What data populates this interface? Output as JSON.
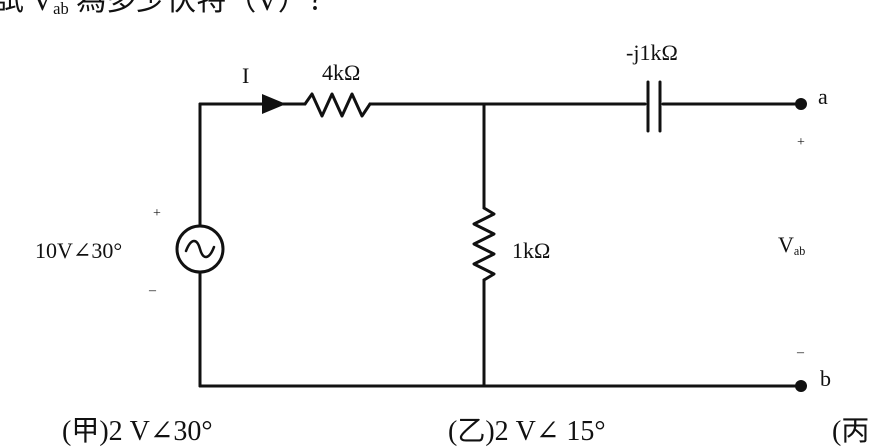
{
  "question": {
    "prefix": "試 V",
    "sub": "ab",
    "suffix": " 為多少伏特（V）？"
  },
  "circuit": {
    "source_label": "10V∠30°",
    "source_plus": "+",
    "source_minus": "–",
    "current_label": "I",
    "r1_label": "4kΩ",
    "r2_label": "1kΩ",
    "cap_label": "-j1kΩ",
    "terminal_a": "a",
    "terminal_b": "b",
    "out_plus": "+",
    "out_minus": "–",
    "vab_main": "V",
    "vab_sub": "ab"
  },
  "options": [
    {
      "text": "(甲)2 V∠30°"
    },
    {
      "text": "(乙)2 V∠ 15°"
    },
    {
      "text": "(丙)"
    }
  ],
  "colors": {
    "ink": "#111111",
    "background": "#ffffff"
  }
}
